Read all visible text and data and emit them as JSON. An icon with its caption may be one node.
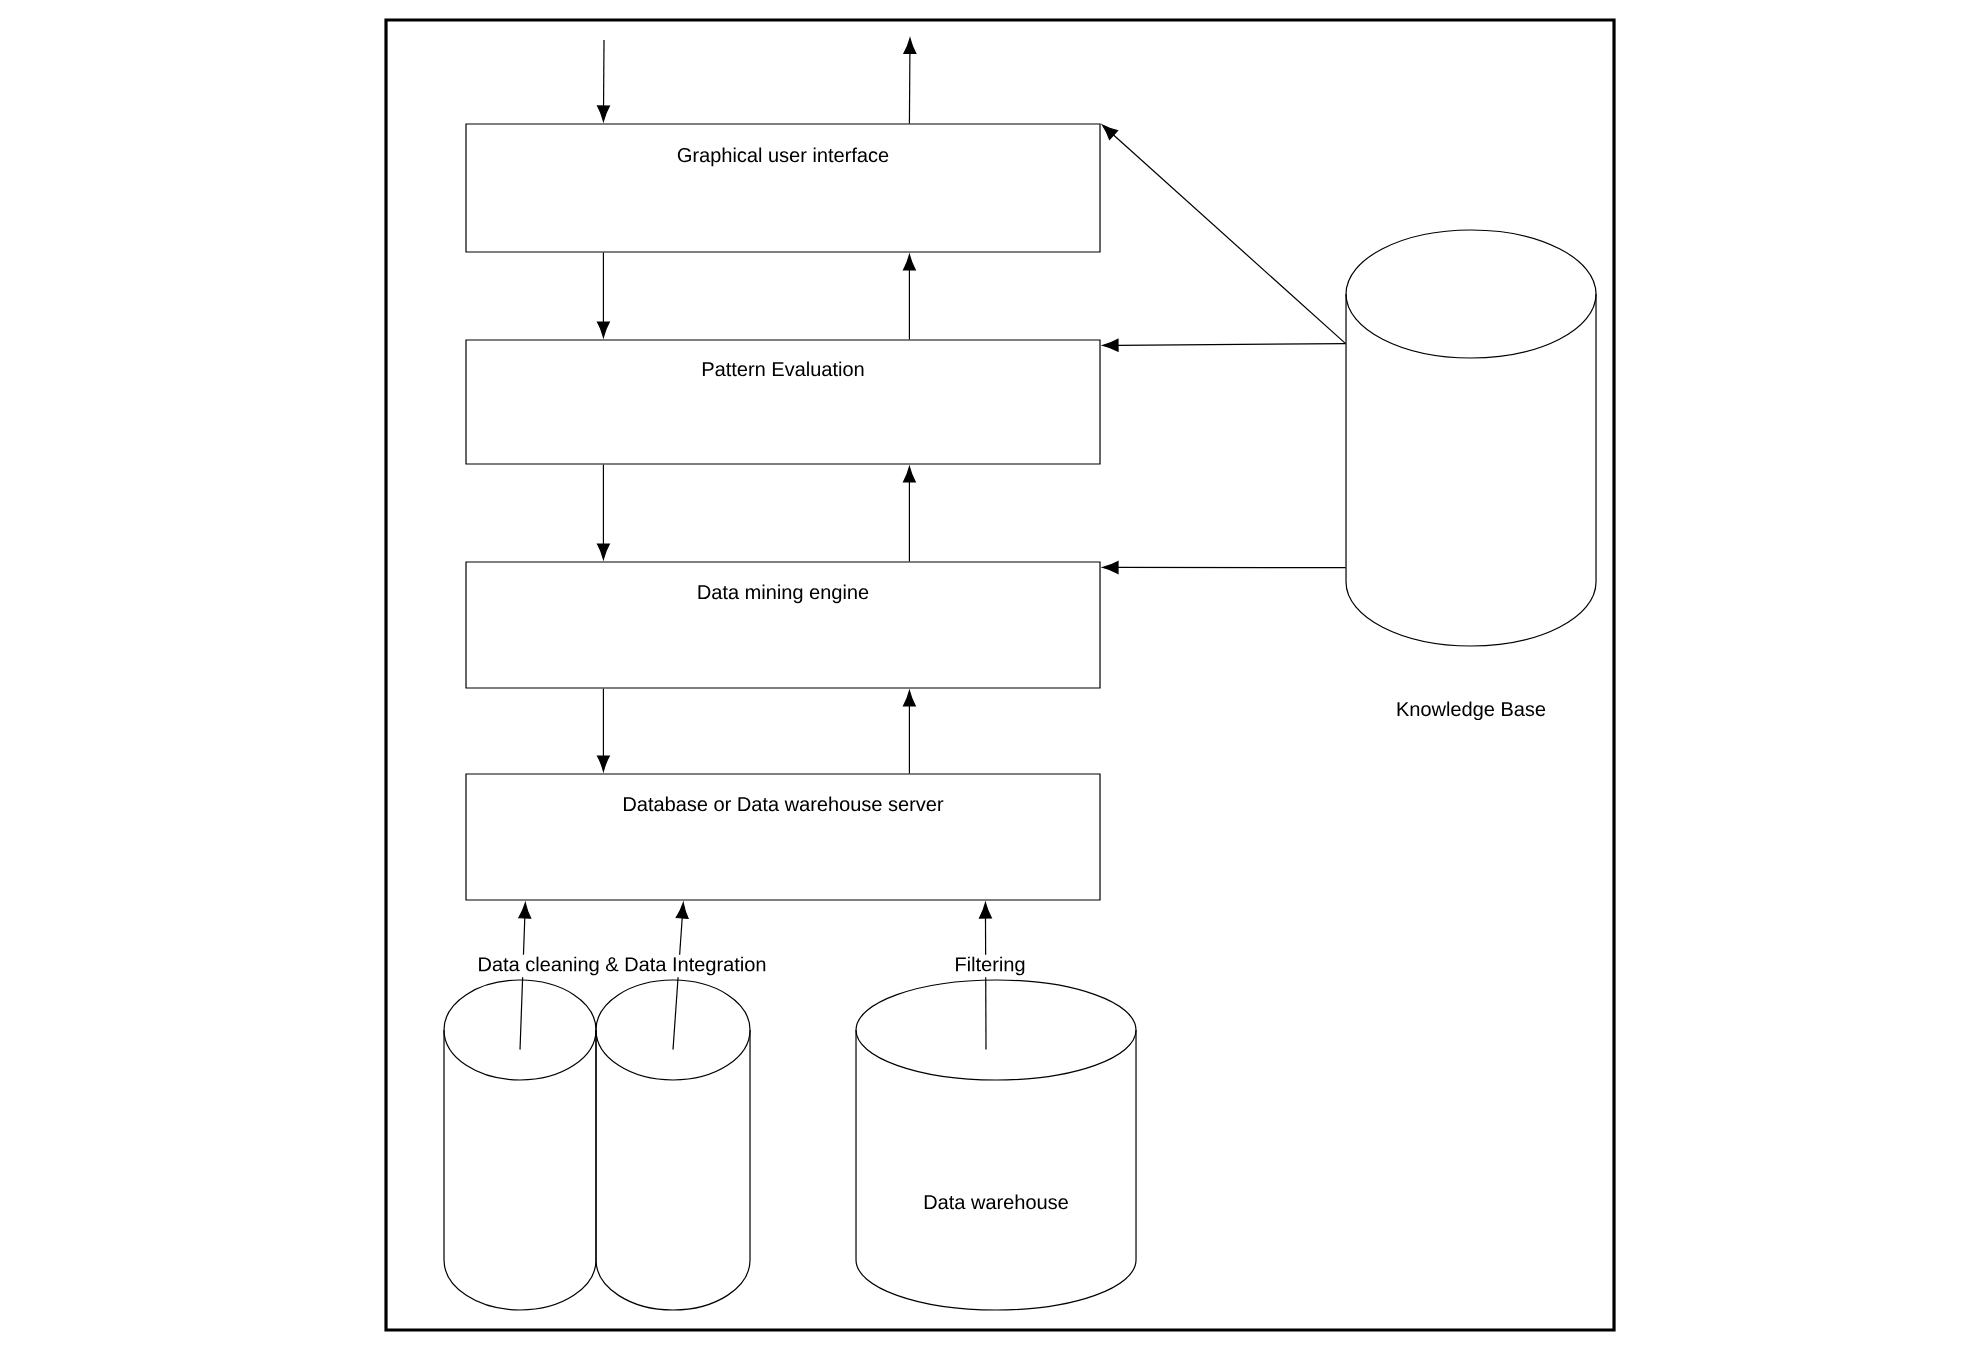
{
  "diagram": {
    "nodes": [
      {
        "text": [
          "Graphical user interface"
        ]
      },
      {
        "text": [
          "Pattern Evaluation"
        ]
      },
      {
        "text": [
          "Data mining engine"
        ]
      },
      {
        "text": [
          "Database or Data warehouse server"
        ]
      },
      {
        "text": [
          "Knowledge Base"
        ]
      },
      {
        "text": [],
        "shape": "cylinder"
      },
      {
        "text": [],
        "shape": "cylinder"
      },
      {
        "text": [
          "Data warehouse"
        ]
      }
    ],
    "edges": [
      {
        "from": null,
        "to": 0,
        "arrow": "to"
      },
      {
        "from": 0,
        "to": null,
        "arrow": "to"
      },
      {
        "from": 0,
        "to": 1,
        "arrow": "to"
      },
      {
        "from": 1,
        "to": 0,
        "arrow": "to"
      },
      {
        "from": 1,
        "to": 2,
        "arrow": "to"
      },
      {
        "from": 2,
        "to": 1,
        "arrow": "to"
      },
      {
        "from": 2,
        "to": 3,
        "arrow": "to"
      },
      {
        "from": 3,
        "to": 2,
        "arrow": "to"
      },
      {
        "from": 4,
        "to": 0,
        "arrow": "to"
      },
      {
        "from": 4,
        "to": 1,
        "arrow": "to"
      },
      {
        "from": 4,
        "to": 2,
        "arrow": "to"
      },
      {
        "from": 5,
        "to": 3,
        "arrow": "to"
      },
      {
        "from": 6,
        "to": 3,
        "arrow": "to"
      },
      {
        "from": 7,
        "to": 3,
        "arrow": "to"
      }
    ],
    "labels": [
      "Data cleaning & Data Integration",
      "Filtering"
    ]
  }
}
